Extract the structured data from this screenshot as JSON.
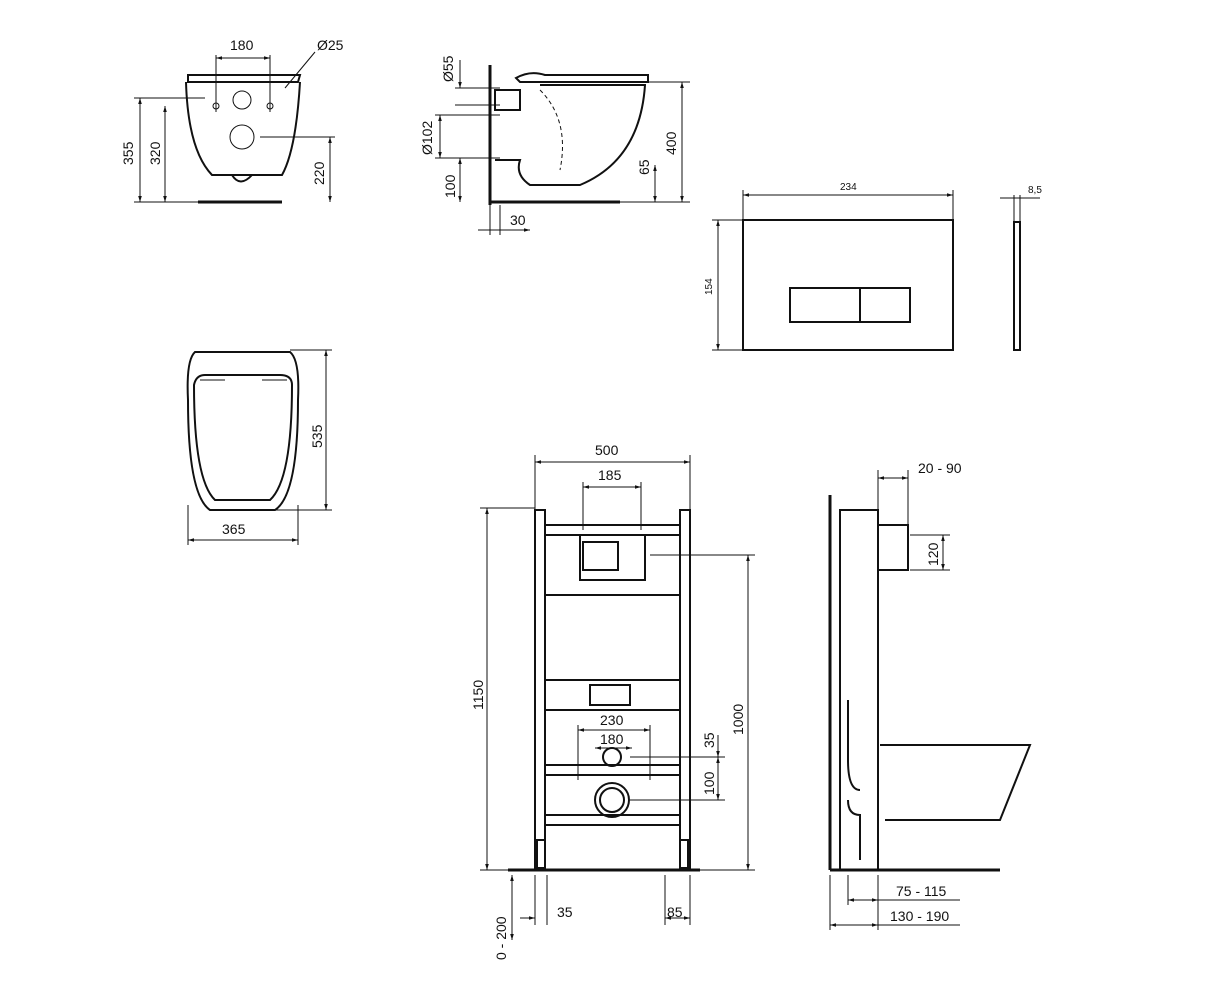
{
  "front_view": {
    "d_width_holes": "180",
    "d_hole_diameter": "Ø25",
    "d_total_height": "355",
    "d_hole_height": "320",
    "d_outlet_height": "220"
  },
  "side_view": {
    "d_inlet_diameter": "Ø55",
    "d_outlet_diameter": "Ø102",
    "d_height": "400",
    "d_rim": "65",
    "d_base": "100",
    "d_offset": "30"
  },
  "flush_plate": {
    "d_width": "234",
    "d_thickness": "8,5",
    "d_height": "154"
  },
  "top_view": {
    "d_length": "535",
    "d_width": "365"
  },
  "frame_front": {
    "d_width": "500",
    "d_cistern": "185",
    "d_height": "1150",
    "d_flush_height": "1000",
    "d_bolt_outer": "230",
    "d_bolt_inner": "180",
    "d_pipe_offset": "35",
    "d_pipe_spacing": "100",
    "d_foot_left": "35",
    "d_foot_right": "85",
    "d_adjust": "0 - 200"
  },
  "frame_side": {
    "d_supply": "20 - 90",
    "d_supply_height": "120",
    "d_depth_inner": "75 - 115",
    "d_depth_outer": "130 - 190"
  }
}
